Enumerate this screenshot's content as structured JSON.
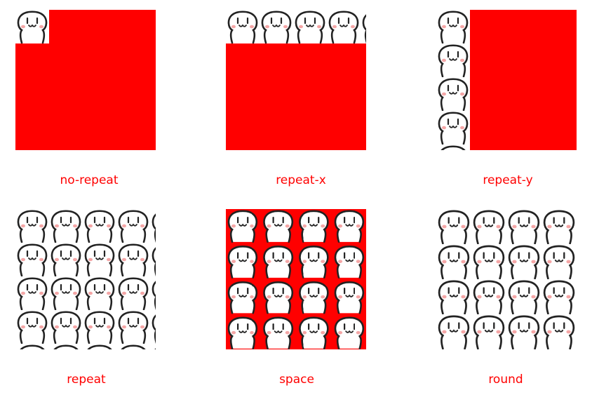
{
  "accent_color": "#ff0000",
  "tile_icon": "smiling-face-icon",
  "demos": [
    {
      "repeat": "no-repeat"
    },
    {
      "repeat": "repeat-x"
    },
    {
      "repeat": "repeat-y"
    },
    {
      "repeat": "repeat"
    },
    {
      "repeat": "space"
    },
    {
      "repeat": "round"
    }
  ],
  "labels": {
    "no_repeat": "no-repeat",
    "repeat_x": "repeat-x",
    "repeat_y": "repeat-y",
    "repeat": "repeat",
    "space": "space",
    "round": "round"
  }
}
